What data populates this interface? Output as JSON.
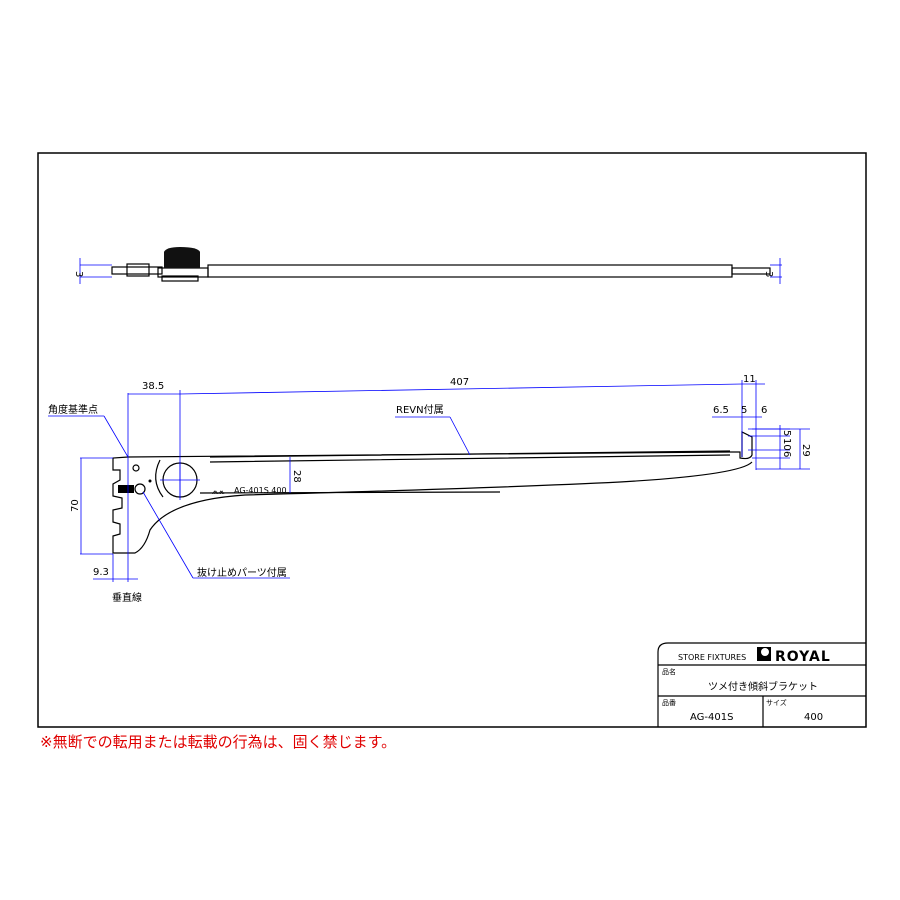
{
  "dims": {
    "top_left": "3",
    "top_right": "3",
    "d385": "38.5",
    "d407": "407",
    "d11": "11",
    "d65": "6.5",
    "d5a": "5",
    "d6": "6",
    "d5b": "5",
    "d10": "10",
    "d6b": "6",
    "d29": "29",
    "d28": "28",
    "d70": "70",
    "d93": "9.3"
  },
  "notes": {
    "angle_ref": "角度基準点",
    "revn": "REVN付属",
    "stopper": "抜け止めパーツ付属",
    "vertical": "垂直線",
    "engraving": "AG-401S 400"
  },
  "title_block": {
    "brand_tag": "STORE FIXTURES",
    "logo": "ROYAL",
    "name_label": "品名",
    "name": "ツメ付き傾斜ブラケット",
    "code_label": "品番",
    "code": "AG-401S",
    "size_label": "サイズ",
    "size": "400"
  },
  "warning": "※無断での転用または転載の行為は、固く禁じます。"
}
